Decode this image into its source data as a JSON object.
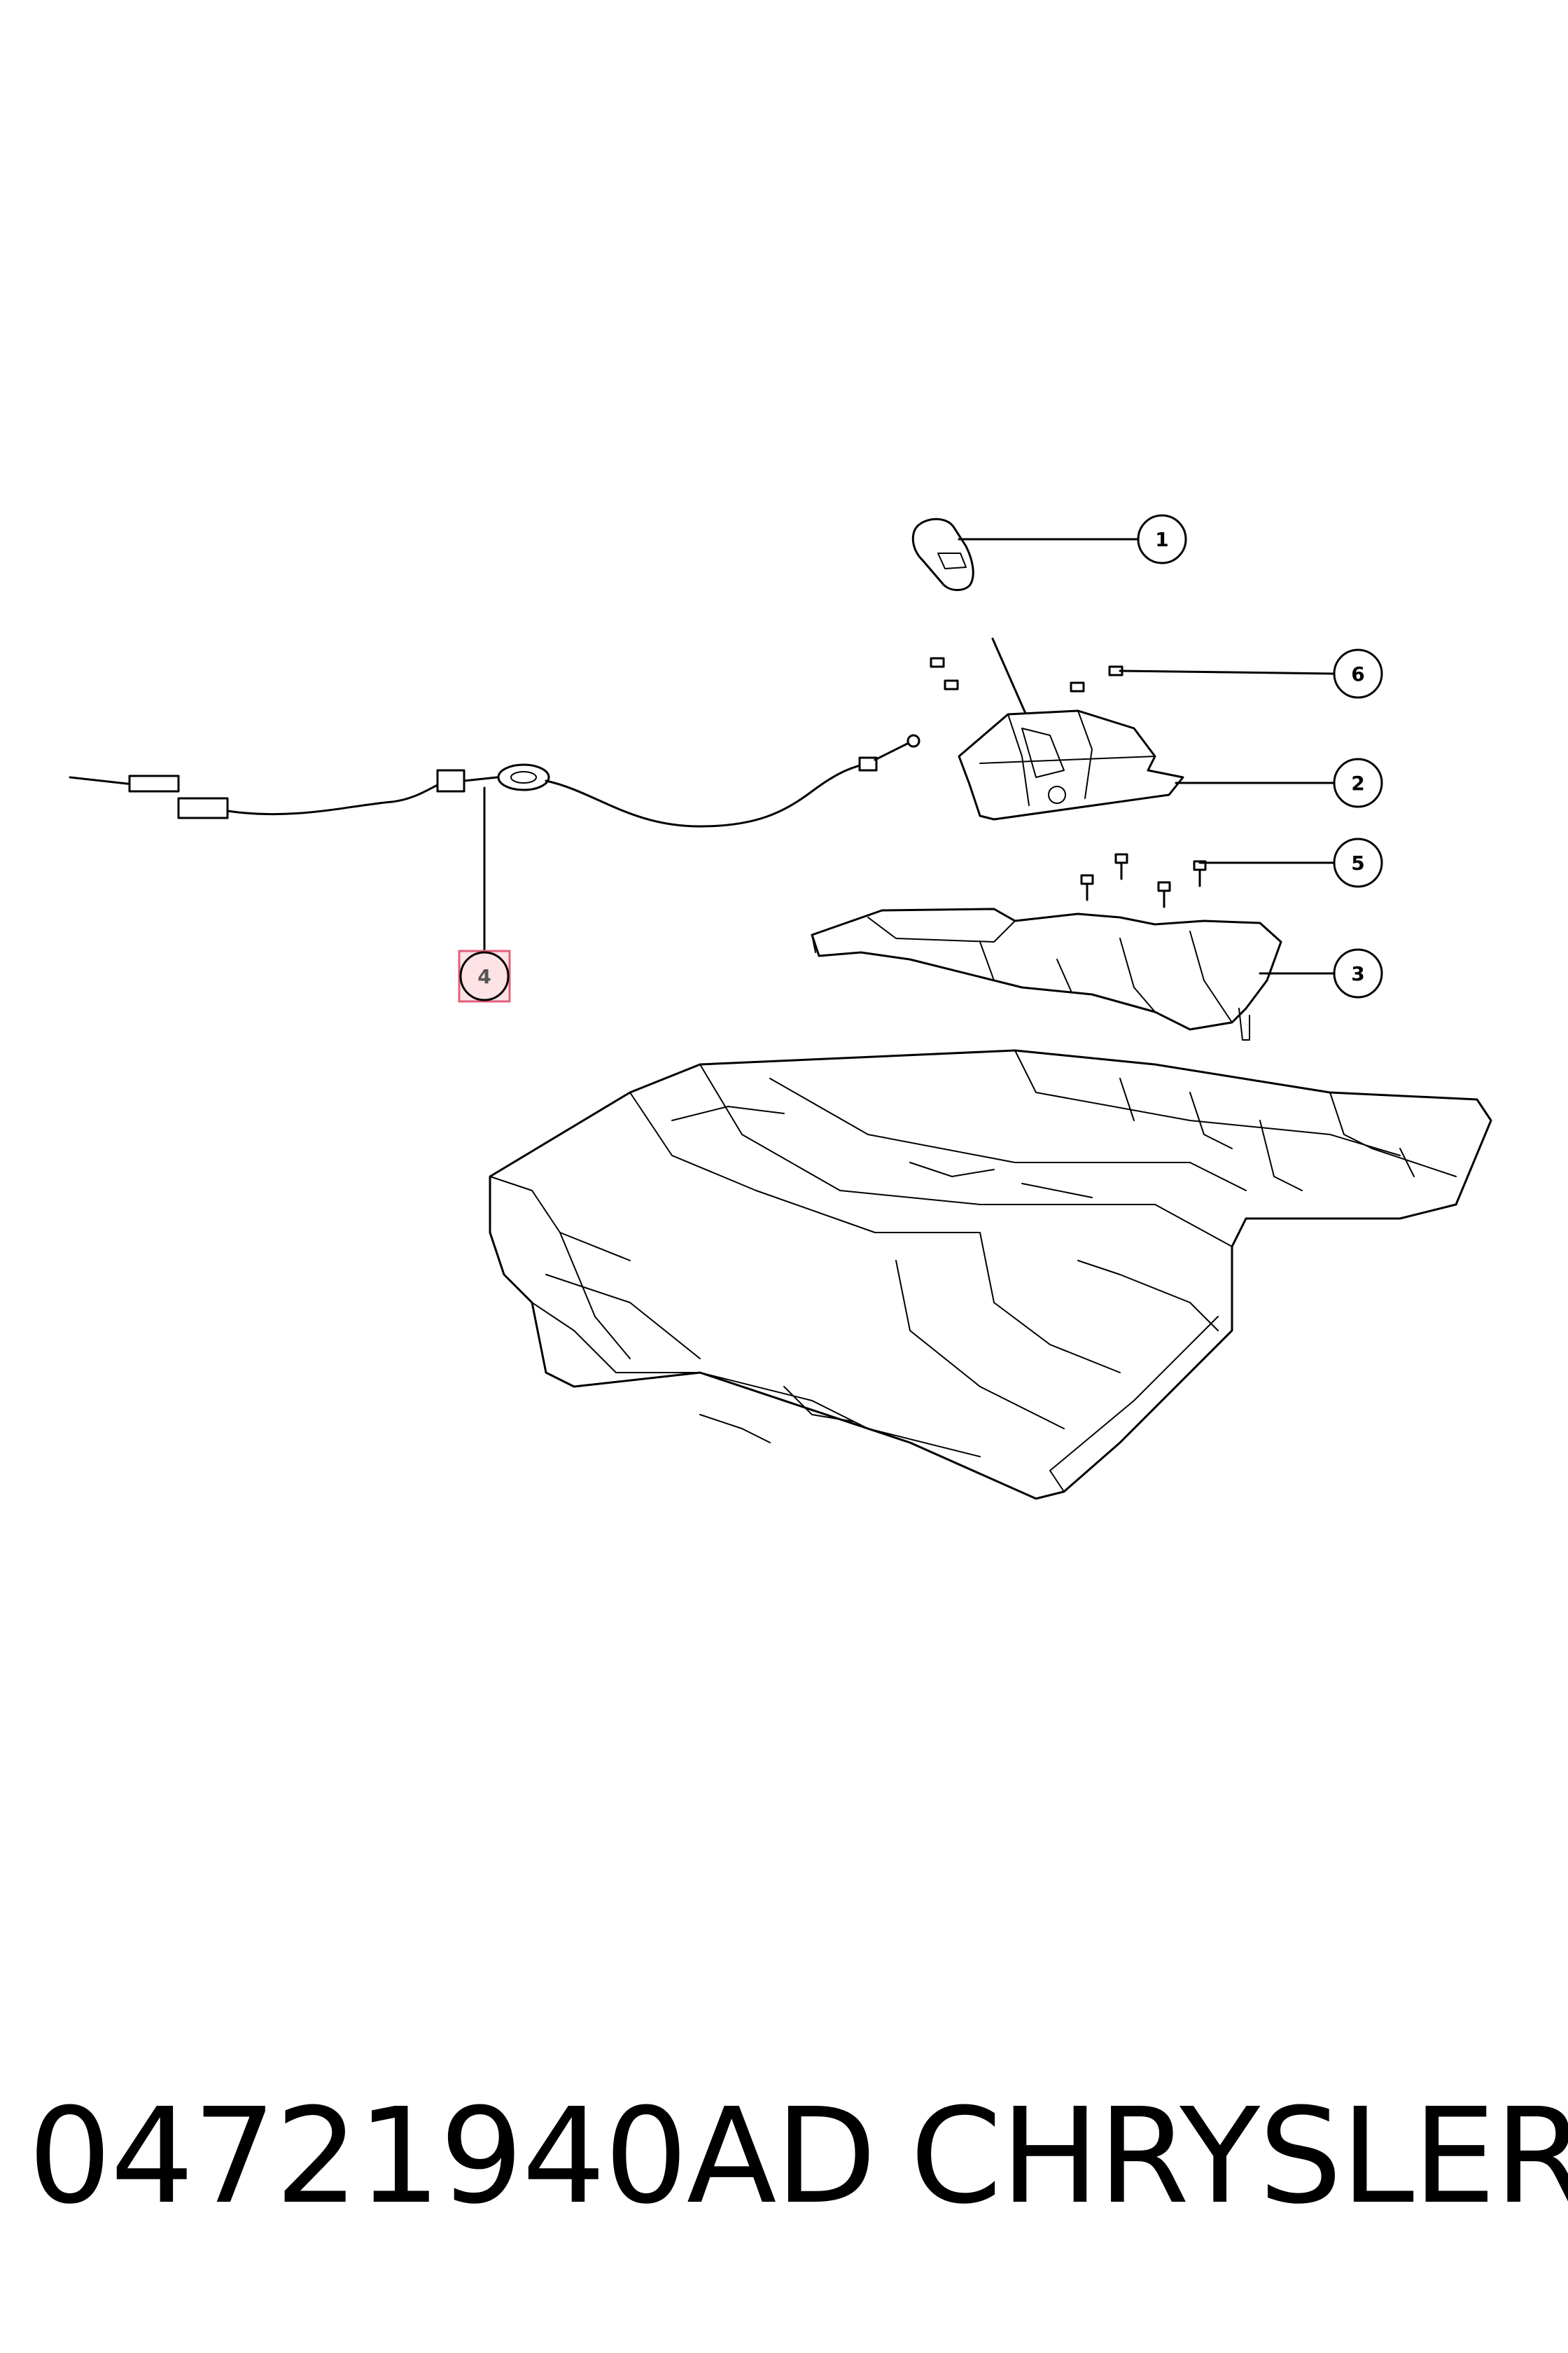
{
  "callouts": [
    {
      "id": "1",
      "label": "1"
    },
    {
      "id": "2",
      "label": "2"
    },
    {
      "id": "3",
      "label": "3"
    },
    {
      "id": "4",
      "label": "4",
      "highlighted": true
    },
    {
      "id": "5",
      "label": "5"
    },
    {
      "id": "6",
      "label": "6"
    }
  ],
  "footer": {
    "part_number": "04721940AD",
    "brand": "CHRYSLER"
  },
  "colors": {
    "line": "#000000",
    "highlight_fill": "#fde2e6",
    "highlight_stroke": "#e0607a"
  }
}
